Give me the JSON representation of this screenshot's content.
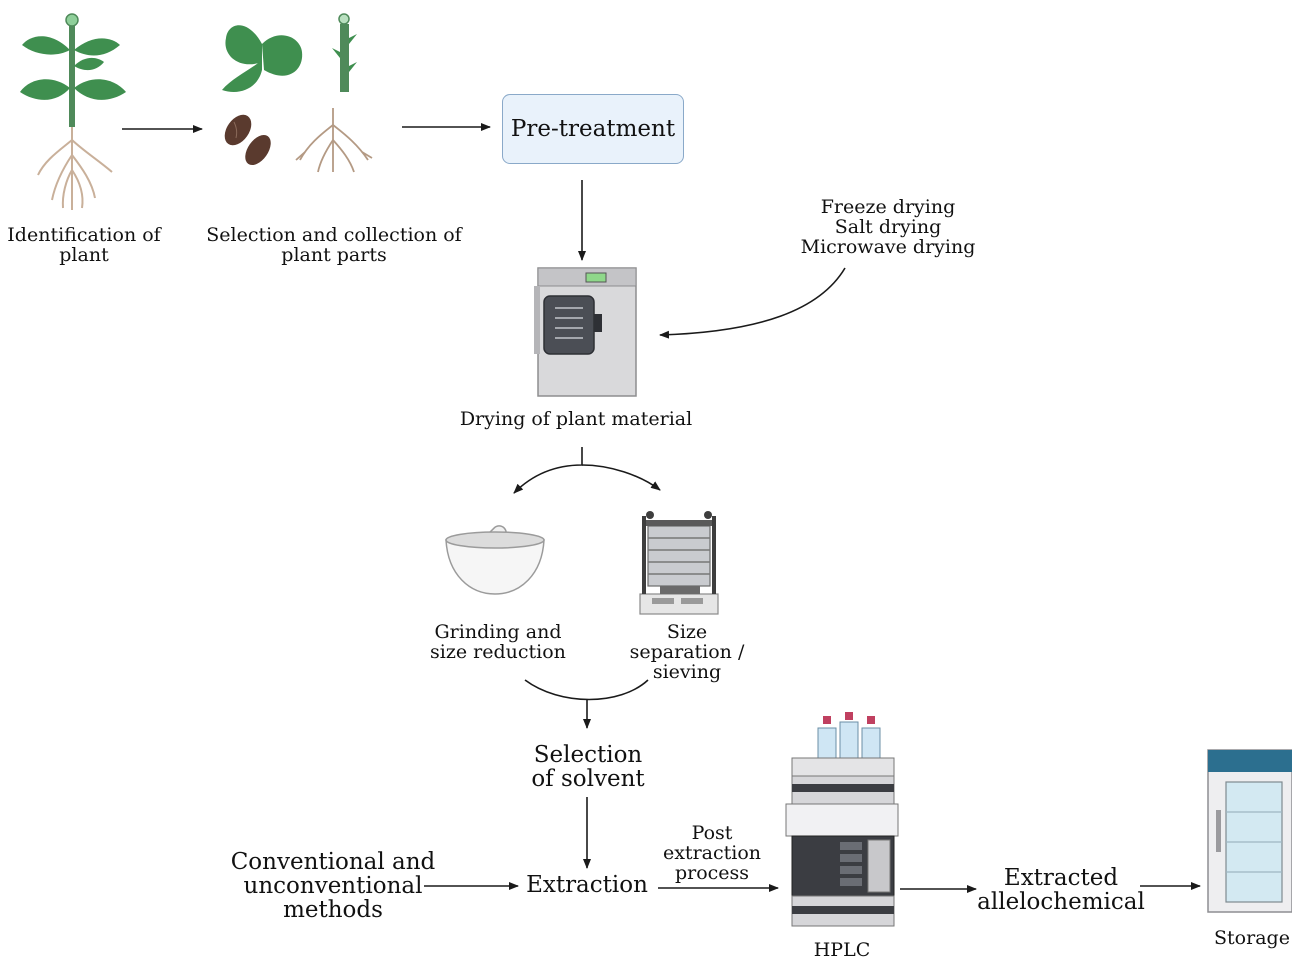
{
  "steps": {
    "identification": "Identification of\nplant",
    "selection_parts": "Selection and collection of\nplant parts",
    "pretreatment": "Pre-treatment",
    "drying_methods": "Freeze drying\nSalt drying\nMicrowave drying",
    "drying": "Drying of plant material",
    "grinding": "Grinding and\nsize reduction",
    "sieving": "Size\nseparation / sieving",
    "solvent": "Selection\nof solvent",
    "methods": "Conventional and\nunconventional\nmethods",
    "extraction": "Extraction",
    "post_process": "Post\nextraction\nprocess",
    "hplc": "HPLC",
    "extracted": "Extracted\nallelochemical",
    "storage": "Storage"
  },
  "colors": {
    "leaf": "#3f8f4f",
    "stem": "#4f8a5a",
    "root": "#c9b09a",
    "seed": "#5a3a2e",
    "box_fill": "#e9f2fb",
    "box_border": "#8aa9c9",
    "arrow": "#1a1a1a",
    "fridge_top": "#2c6f8f"
  },
  "icons": [
    "plant-icon",
    "leaf-icon",
    "stem-icon",
    "seeds-icon",
    "roots-icon",
    "freeze-dryer-icon",
    "mortar-pestle-icon",
    "sieve-shaker-icon",
    "hplc-icon",
    "refrigerator-icon"
  ]
}
